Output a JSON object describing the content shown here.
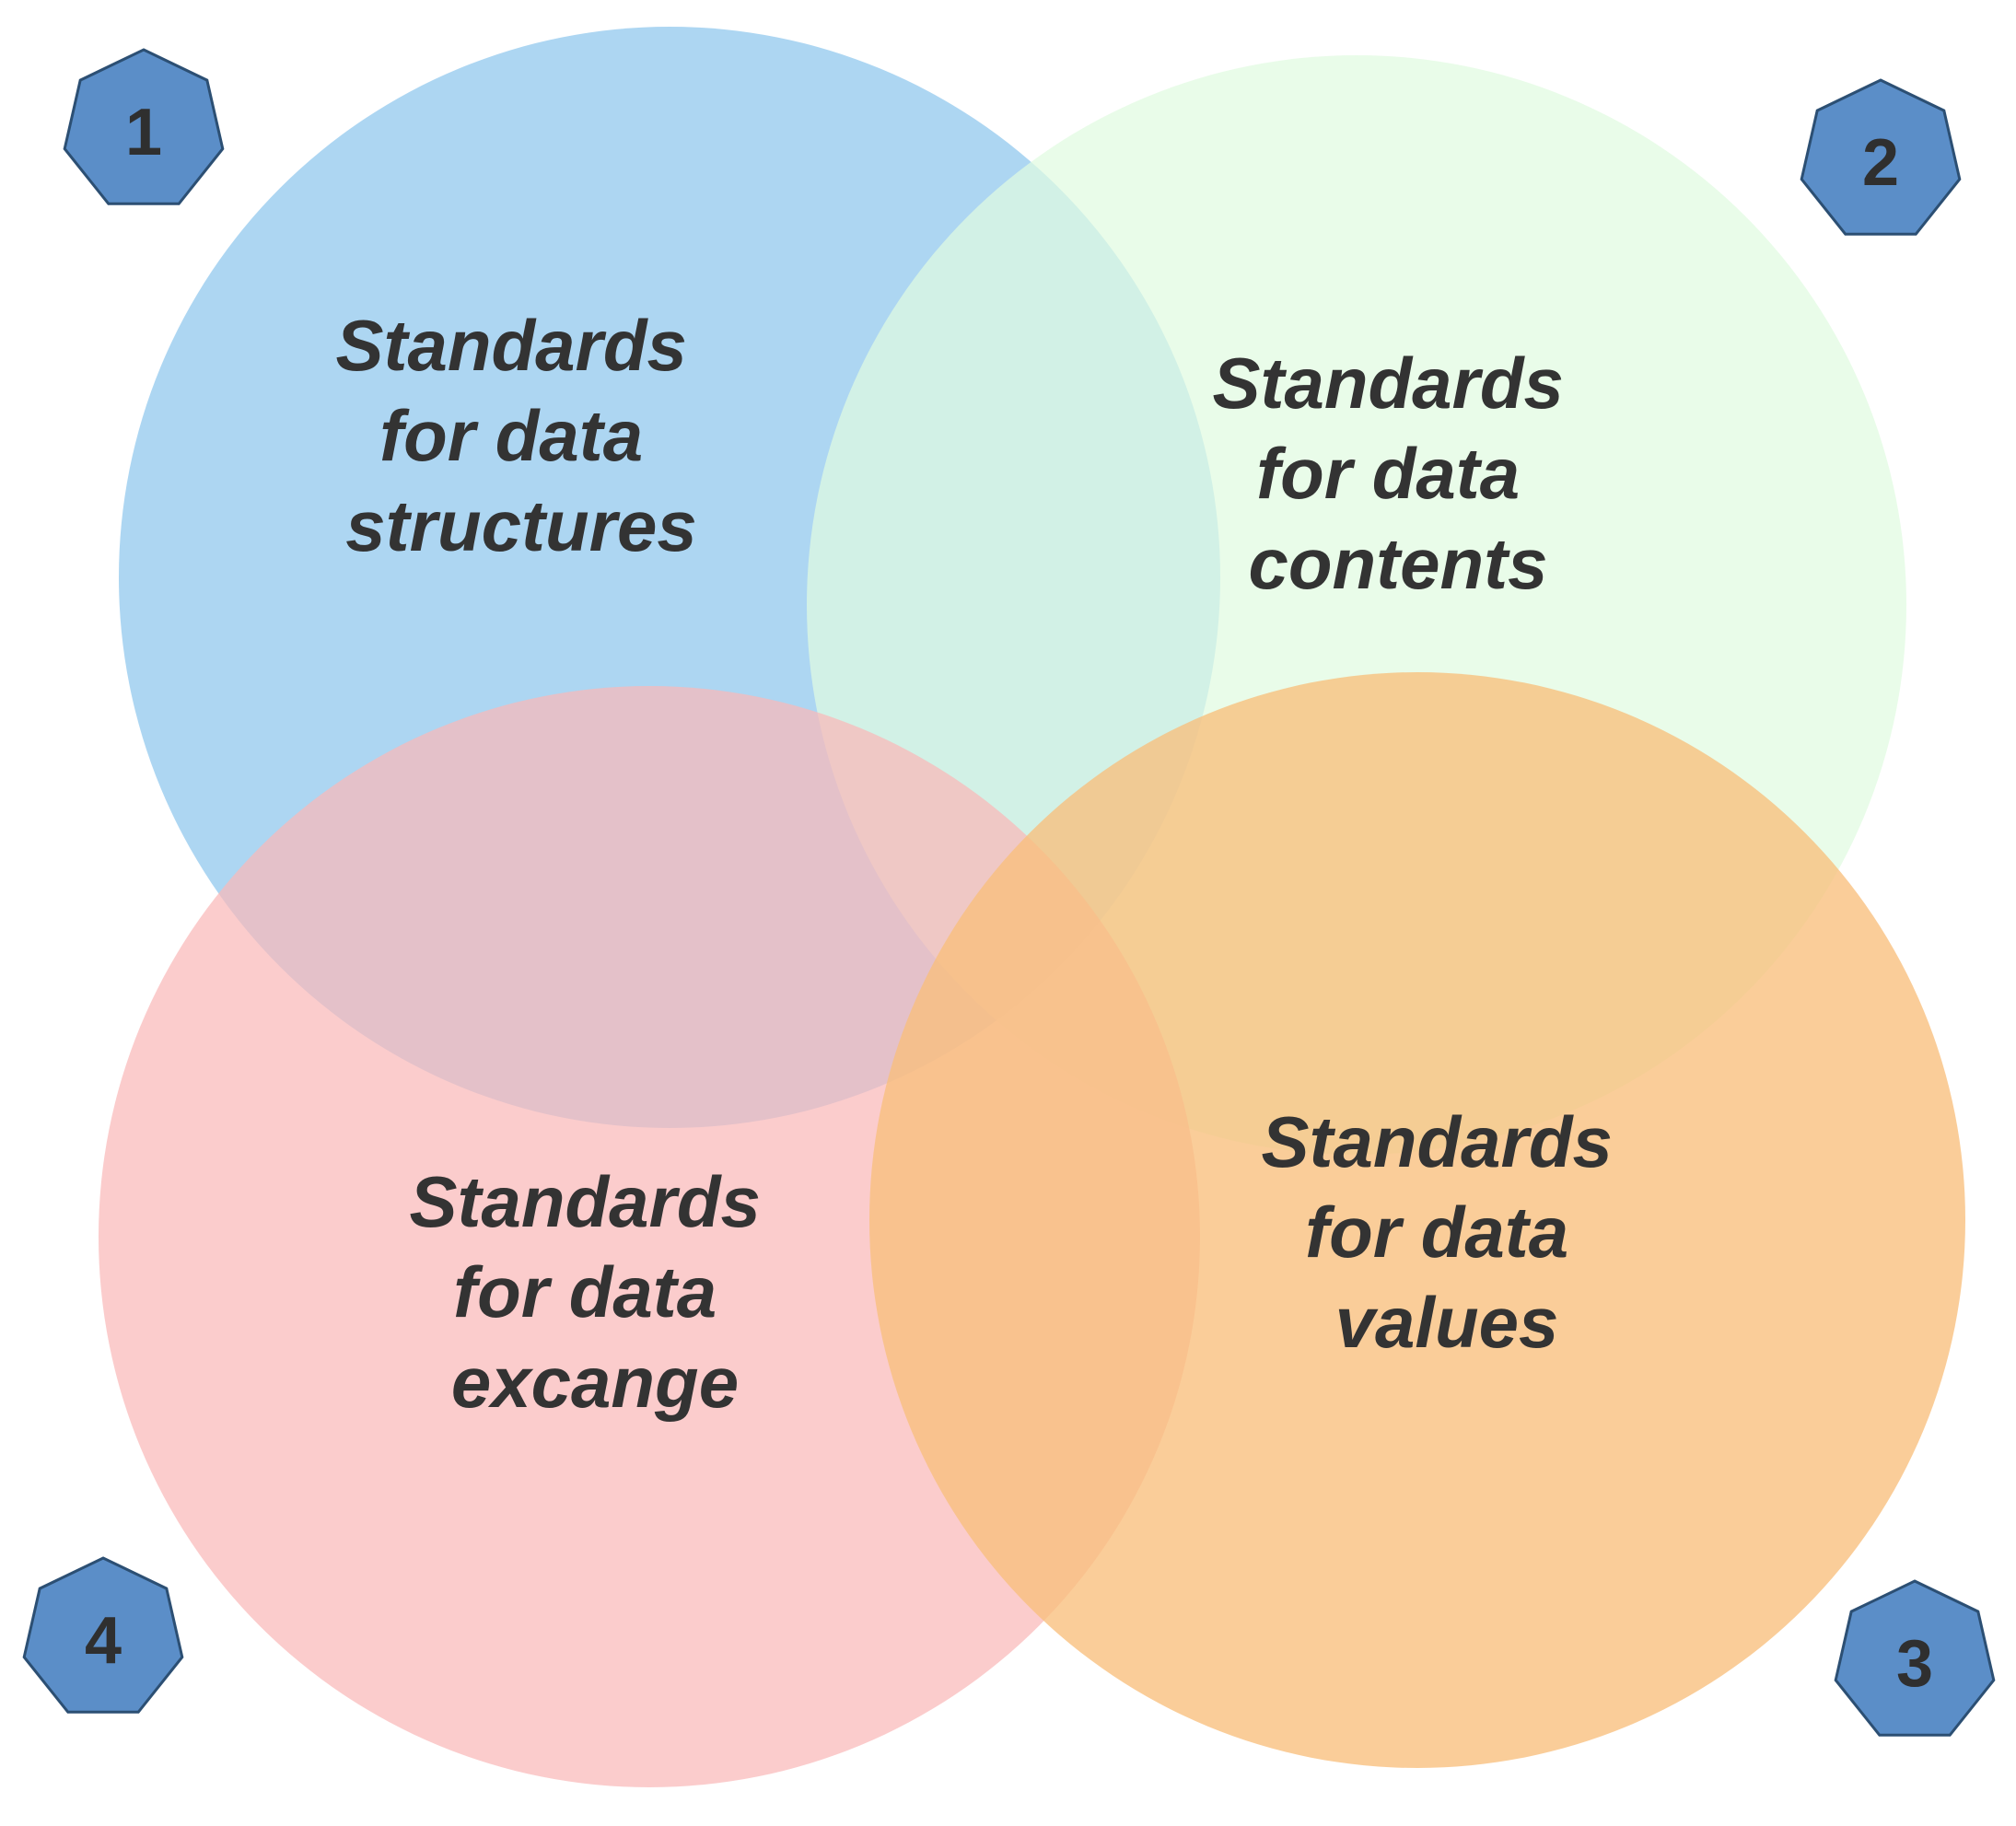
{
  "colors": {
    "structures": "#a9d4f1",
    "contents": "#e0fbe0",
    "exchange": "#f9b9b9",
    "values": "#f8bf7c",
    "badge": "#5b8ec8",
    "text": "#333333"
  },
  "sets": [
    {
      "id": "structures",
      "number": "1",
      "lines": [
        "Standards",
        "for data",
        "structures"
      ]
    },
    {
      "id": "contents",
      "number": "2",
      "lines": [
        "Standards",
        "for data",
        "contents"
      ]
    },
    {
      "id": "values",
      "number": "3",
      "lines": [
        "Standards",
        "for data",
        "values"
      ]
    },
    {
      "id": "exchange",
      "number": "4",
      "lines": [
        "Standards",
        "for data",
        "excange"
      ]
    }
  ]
}
